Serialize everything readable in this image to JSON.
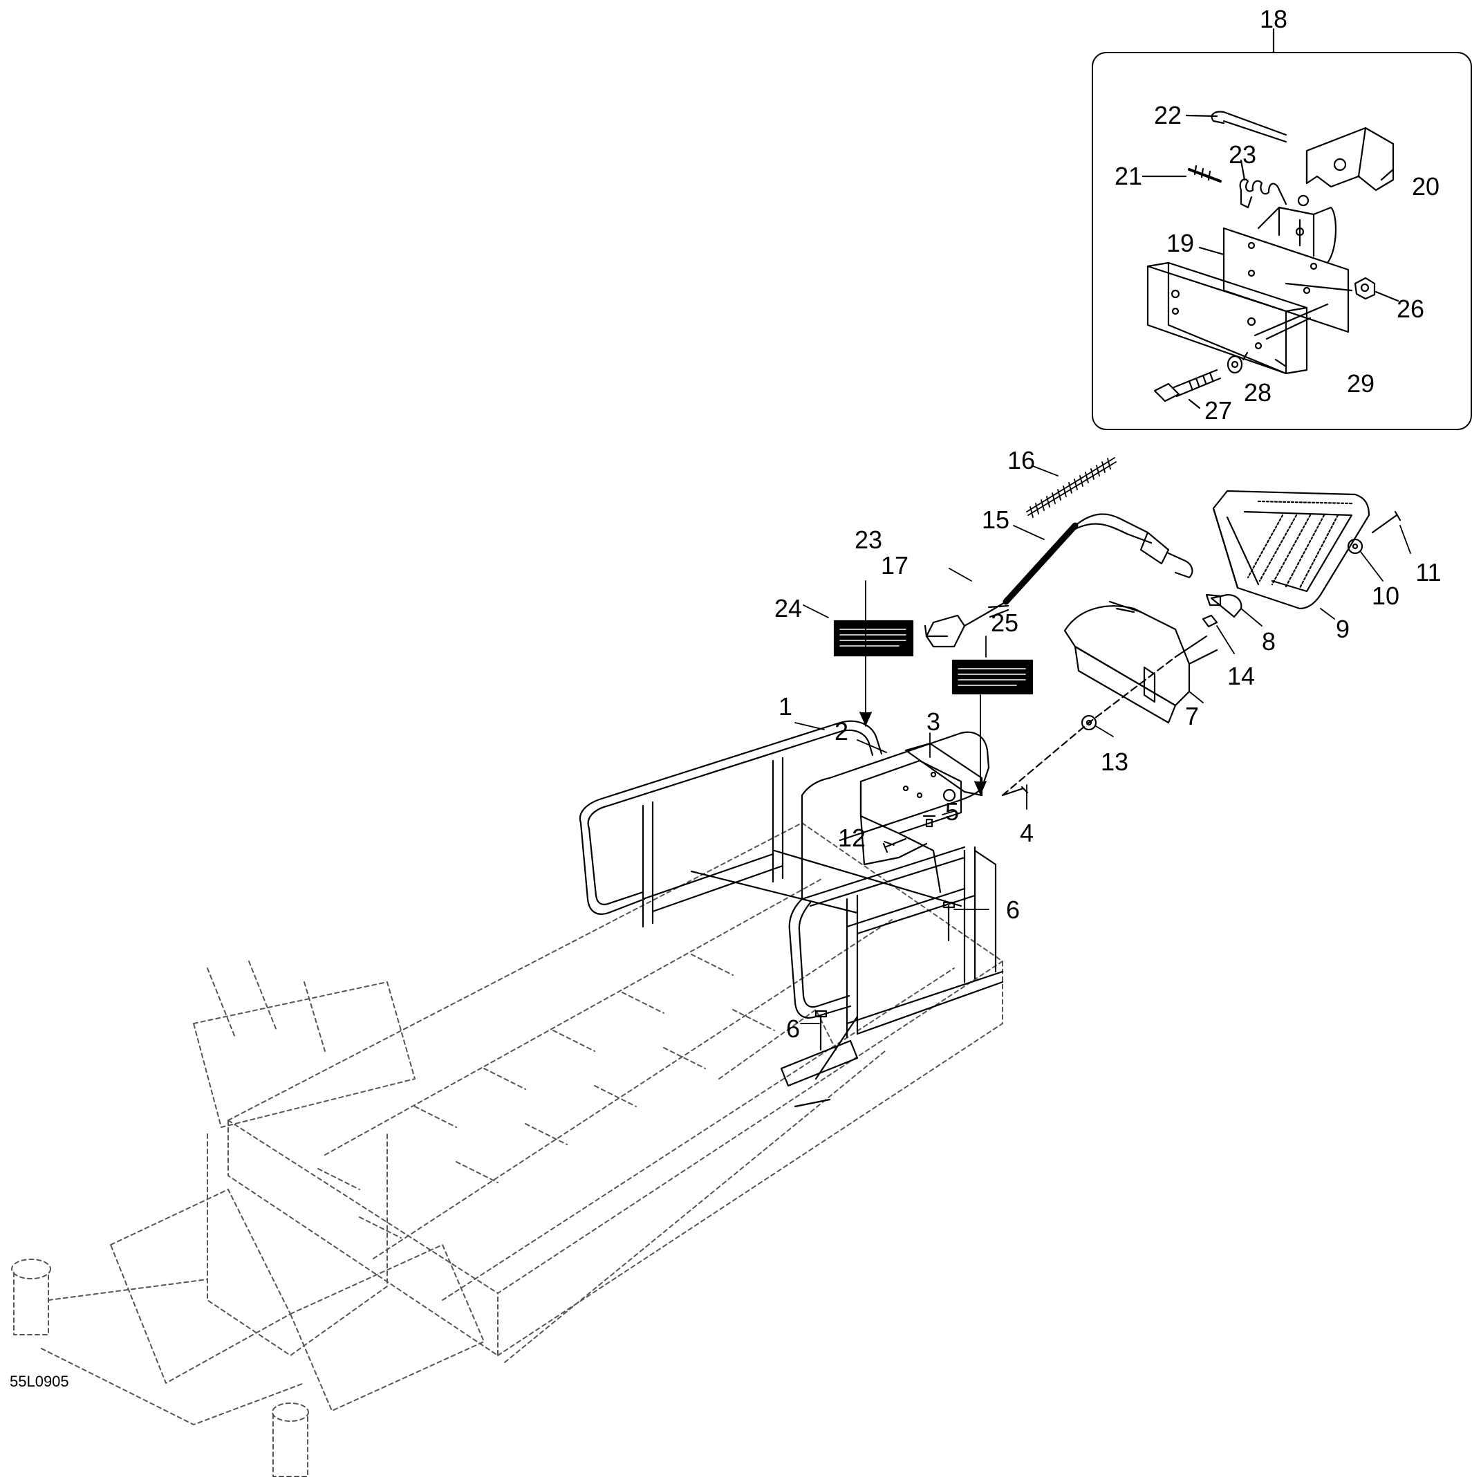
{
  "drawing_code": "55L0905",
  "colors": {
    "line": "#000000",
    "ghost": "#7a7a7a",
    "background": "#ffffff"
  },
  "inset": {
    "title_number": "18"
  },
  "callouts": [
    {
      "id": "c1",
      "text": "1"
    },
    {
      "id": "c2",
      "text": "2"
    },
    {
      "id": "c3",
      "text": "3"
    },
    {
      "id": "c4",
      "text": "4"
    },
    {
      "id": "c5",
      "text": "5"
    },
    {
      "id": "c6a",
      "text": "6"
    },
    {
      "id": "c6b",
      "text": "6"
    },
    {
      "id": "c7",
      "text": "7"
    },
    {
      "id": "c8",
      "text": "8"
    },
    {
      "id": "c9",
      "text": "9"
    },
    {
      "id": "c10",
      "text": "10"
    },
    {
      "id": "c11",
      "text": "11"
    },
    {
      "id": "c12",
      "text": "12"
    },
    {
      "id": "c13",
      "text": "13"
    },
    {
      "id": "c14",
      "text": "14"
    },
    {
      "id": "c15",
      "text": "15"
    },
    {
      "id": "c16",
      "text": "16"
    },
    {
      "id": "c17",
      "text": "17"
    },
    {
      "id": "c18",
      "text": "18"
    },
    {
      "id": "c19",
      "text": "19"
    },
    {
      "id": "c20",
      "text": "20"
    },
    {
      "id": "c21",
      "text": "21"
    },
    {
      "id": "c22",
      "text": "22"
    },
    {
      "id": "c23a",
      "text": "23"
    },
    {
      "id": "c23b",
      "text": "23"
    },
    {
      "id": "c24",
      "text": "24"
    },
    {
      "id": "c25",
      "text": "25"
    },
    {
      "id": "c26",
      "text": "26"
    },
    {
      "id": "c27",
      "text": "27"
    },
    {
      "id": "c28",
      "text": "28"
    },
    {
      "id": "c29",
      "text": "29"
    }
  ]
}
